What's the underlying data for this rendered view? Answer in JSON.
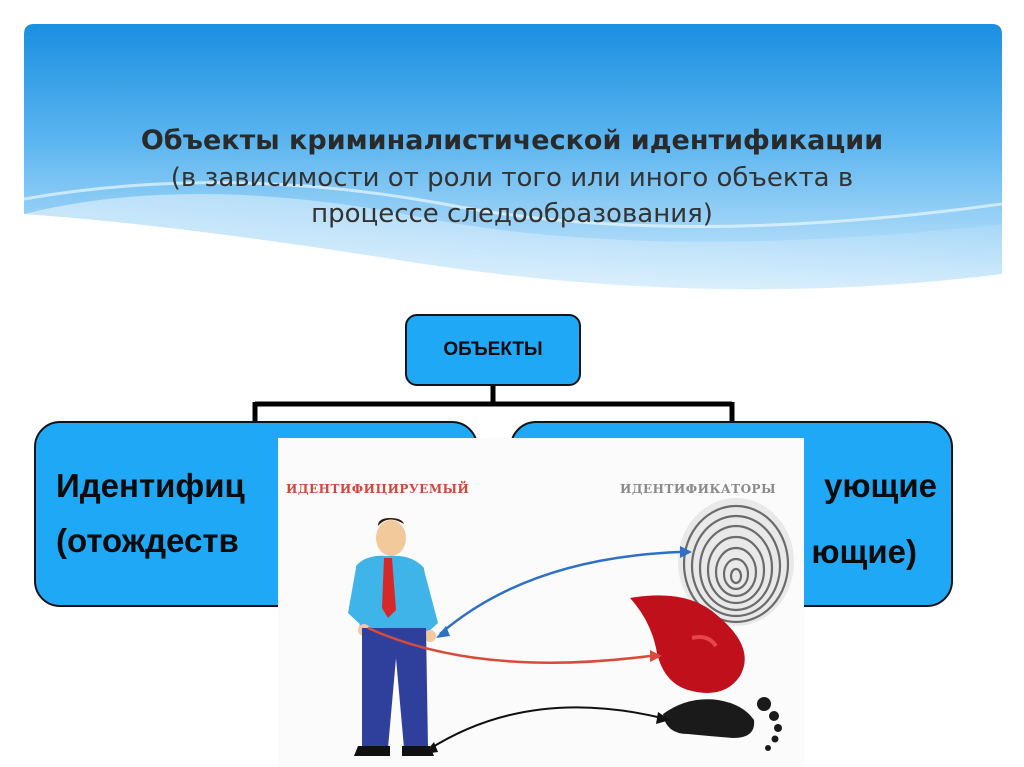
{
  "slide": {
    "title_line1": "Объекты криминалистической идентификации",
    "title_line2": "(в зависимости от роли того или иного объекта в",
    "title_line3": "процессе следообразования)"
  },
  "diagram": {
    "root_label": "ОБЪЕКТЫ",
    "left_line1": "Идентифиц",
    "left_line2": "(отождеств",
    "right_line1": "ующие",
    "right_line2": "ющие)"
  },
  "illustration": {
    "caption_left": "ИДЕНТИФИЦИРУЕМЫЙ",
    "caption_right": "ИДЕНТИФИКАТОРЫ"
  },
  "colors": {
    "box_fill": "#1ea8f5",
    "header_top": "#1a8fe0",
    "header_light": "#bfe3fb",
    "arrow_blue": "#2f6fc4",
    "arrow_red": "#d94a3a",
    "blood_red": "#c0101c"
  }
}
